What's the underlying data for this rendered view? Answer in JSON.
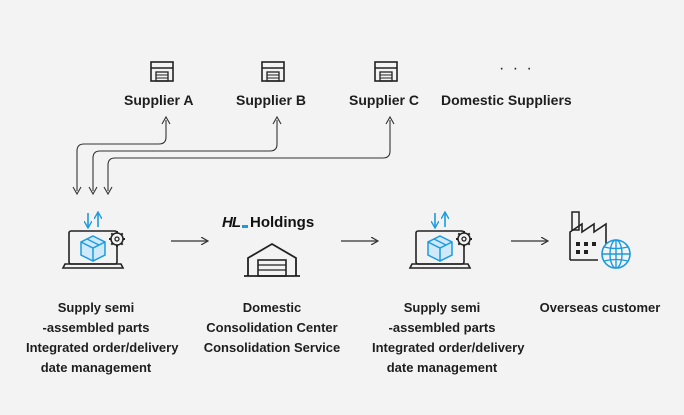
{
  "suppliers": [
    {
      "label": "Supplier A",
      "icon": "warehouse-icon"
    },
    {
      "label": "Supplier B",
      "icon": "warehouse-icon"
    },
    {
      "label": "Supplier C",
      "icon": "warehouse-icon"
    }
  ],
  "ellipsis": "· · ·",
  "domestic_suppliers": "Domestic Suppliers",
  "logo": {
    "mark": "HL",
    "text": "Holdings"
  },
  "steps": {
    "step1": [
      "Supply semi",
      "-assembled parts",
      "Integrated order/delivery",
      "date management"
    ],
    "step2": [
      "Domestic",
      "Consolidation Center",
      "Consolidation Service"
    ],
    "step3": [
      "Supply semi",
      "-assembled parts",
      "Integrated order/delivery",
      "date management"
    ],
    "step4": [
      "Overseas customer"
    ]
  },
  "colors": {
    "accent": "#1a9be0",
    "line": "#333333",
    "background": "#f3f3f3"
  }
}
